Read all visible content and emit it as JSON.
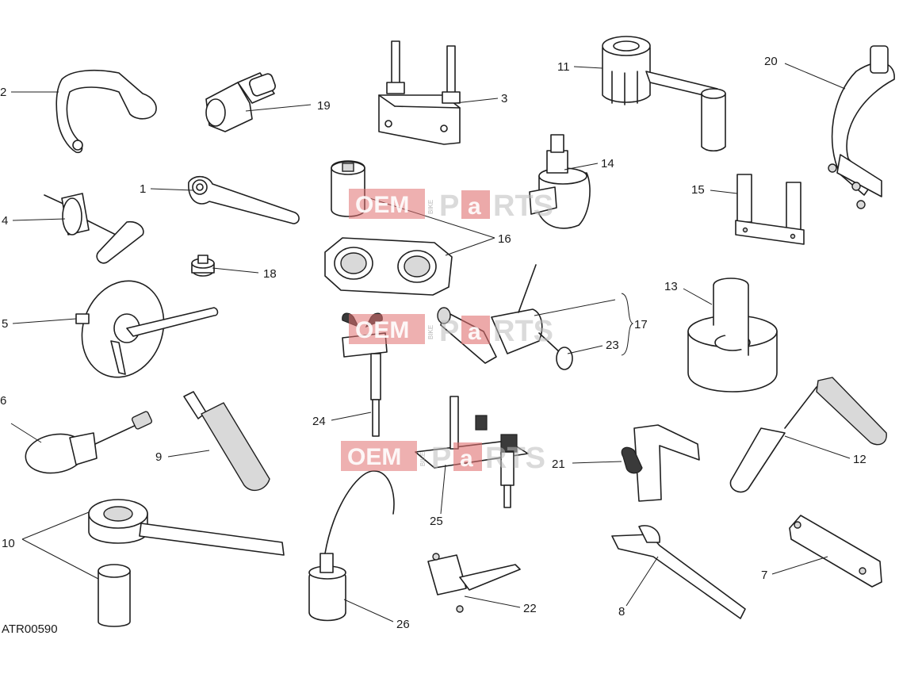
{
  "drawing_code": "ATR00590",
  "callouts": [
    {
      "id": "c2",
      "text": "2"
    },
    {
      "id": "c19",
      "text": "19"
    },
    {
      "id": "c3",
      "text": "3"
    },
    {
      "id": "c11",
      "text": "11"
    },
    {
      "id": "c20",
      "text": "20"
    },
    {
      "id": "c1",
      "text": "1"
    },
    {
      "id": "c14",
      "text": "14"
    },
    {
      "id": "c4",
      "text": "4"
    },
    {
      "id": "c15",
      "text": "15"
    },
    {
      "id": "c16",
      "text": "16"
    },
    {
      "id": "c18",
      "text": "18"
    },
    {
      "id": "c13",
      "text": "13"
    },
    {
      "id": "c5",
      "text": "5"
    },
    {
      "id": "c17",
      "text": "17"
    },
    {
      "id": "c23",
      "text": "23"
    },
    {
      "id": "c6",
      "text": "6"
    },
    {
      "id": "c24",
      "text": "24"
    },
    {
      "id": "c9",
      "text": "9"
    },
    {
      "id": "c12",
      "text": "12"
    },
    {
      "id": "c21",
      "text": "21"
    },
    {
      "id": "c25",
      "text": "25"
    },
    {
      "id": "c10",
      "text": "10"
    },
    {
      "id": "c7",
      "text": "7"
    },
    {
      "id": "c22",
      "text": "22"
    },
    {
      "id": "c8",
      "text": "8"
    },
    {
      "id": "c26",
      "text": "26"
    }
  ],
  "watermark": {
    "oem": "OEM",
    "bike": "BIKE",
    "parts_p": "P",
    "parts_a": "a",
    "parts_rest": "RTS"
  },
  "colors": {
    "line": "#1f1f1f",
    "watermark_red": "#e07070",
    "watermark_grey": "#bdbdbd"
  }
}
